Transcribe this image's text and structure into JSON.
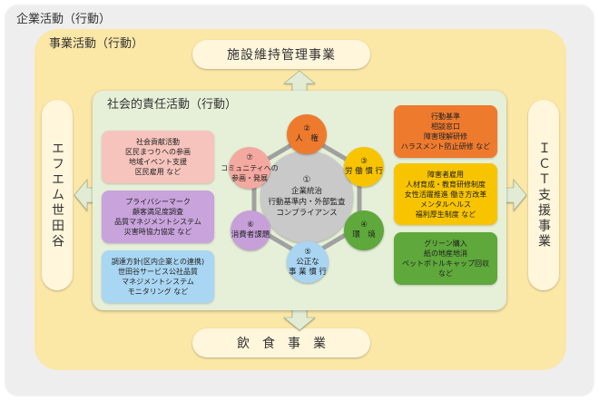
{
  "outer_title": "企業活動（行動）",
  "business_title": "事業活動（行動）",
  "csr_title": "社会的責任活動（行動）",
  "facility": "施設維持管理事業",
  "food": "飲　食　事　業",
  "fm_setagaya": "エフエム世田谷",
  "ict": "ＩＣＴ支援事業",
  "center": {
    "num": "①",
    "lines": [
      "企業統治",
      "行動基準内・外部監査",
      "コンプライアンス"
    ]
  },
  "circles": [
    {
      "id": "human-rights",
      "num": "②",
      "lines": [
        "人　権"
      ],
      "color": "#ee7a2e"
    },
    {
      "id": "labor",
      "num": "③",
      "lines": [
        "労 働 慣 行"
      ],
      "color": "#f8c400"
    },
    {
      "id": "environment",
      "num": "④",
      "lines": [
        "環　境"
      ],
      "color": "#5fa83b"
    },
    {
      "id": "fair-business",
      "num": "⑤",
      "lines": [
        "公正な",
        "事 業 慣 行"
      ],
      "color": "#a9d5f2"
    },
    {
      "id": "consumer",
      "num": "⑥",
      "lines": [
        "消費者課題"
      ],
      "color": "#c7a0d9"
    },
    {
      "id": "community",
      "num": "⑦",
      "lines": [
        "コミュニティへの",
        "参画・発展"
      ],
      "color": "#f4a9a0"
    }
  ],
  "boxes": {
    "community": {
      "lines": [
        "社会貢献活動",
        "区民まつりへの参画",
        "地域イベント支援",
        "区民雇用 など"
      ],
      "color": "#f7c4bd"
    },
    "consumer": {
      "lines": [
        "プライバシーマーク",
        "顧客満足度調査",
        "品質マネジメントシステム",
        "災害時協力協定 など"
      ],
      "color": "#c8a3dc"
    },
    "fair": {
      "lines": [
        "調達方針(区内企業との連携)",
        "世田谷サービス公社品質",
        "マネジメントシステム",
        "モニタリング など"
      ],
      "color": "#a9d6f3"
    },
    "human_rights": {
      "lines": [
        "行動基準",
        "相談窓口",
        "障害理解研修",
        "ハラスメント防止研修 など"
      ],
      "color": "#ee7a2e"
    },
    "labor": {
      "lines": [
        "障害者雇用",
        "人材育成・教育研修制度",
        "女性活躍推進 働き方改革",
        "メンタルヘルス",
        "福利厚生制度 など"
      ],
      "color": "#f8c400"
    },
    "environment": {
      "lines": [
        "グリーン購入",
        "紙の地産地消",
        "ペットボトルキャップ回収",
        "など"
      ],
      "color": "#5fa83b"
    }
  },
  "colors": {
    "outer_bg": "#eeeeee",
    "business_bg": "#fbe7a6",
    "csr_bg": "#e6f0d8",
    "pill_bg": "#fff6dc",
    "arrow": "#e2ecd4"
  }
}
